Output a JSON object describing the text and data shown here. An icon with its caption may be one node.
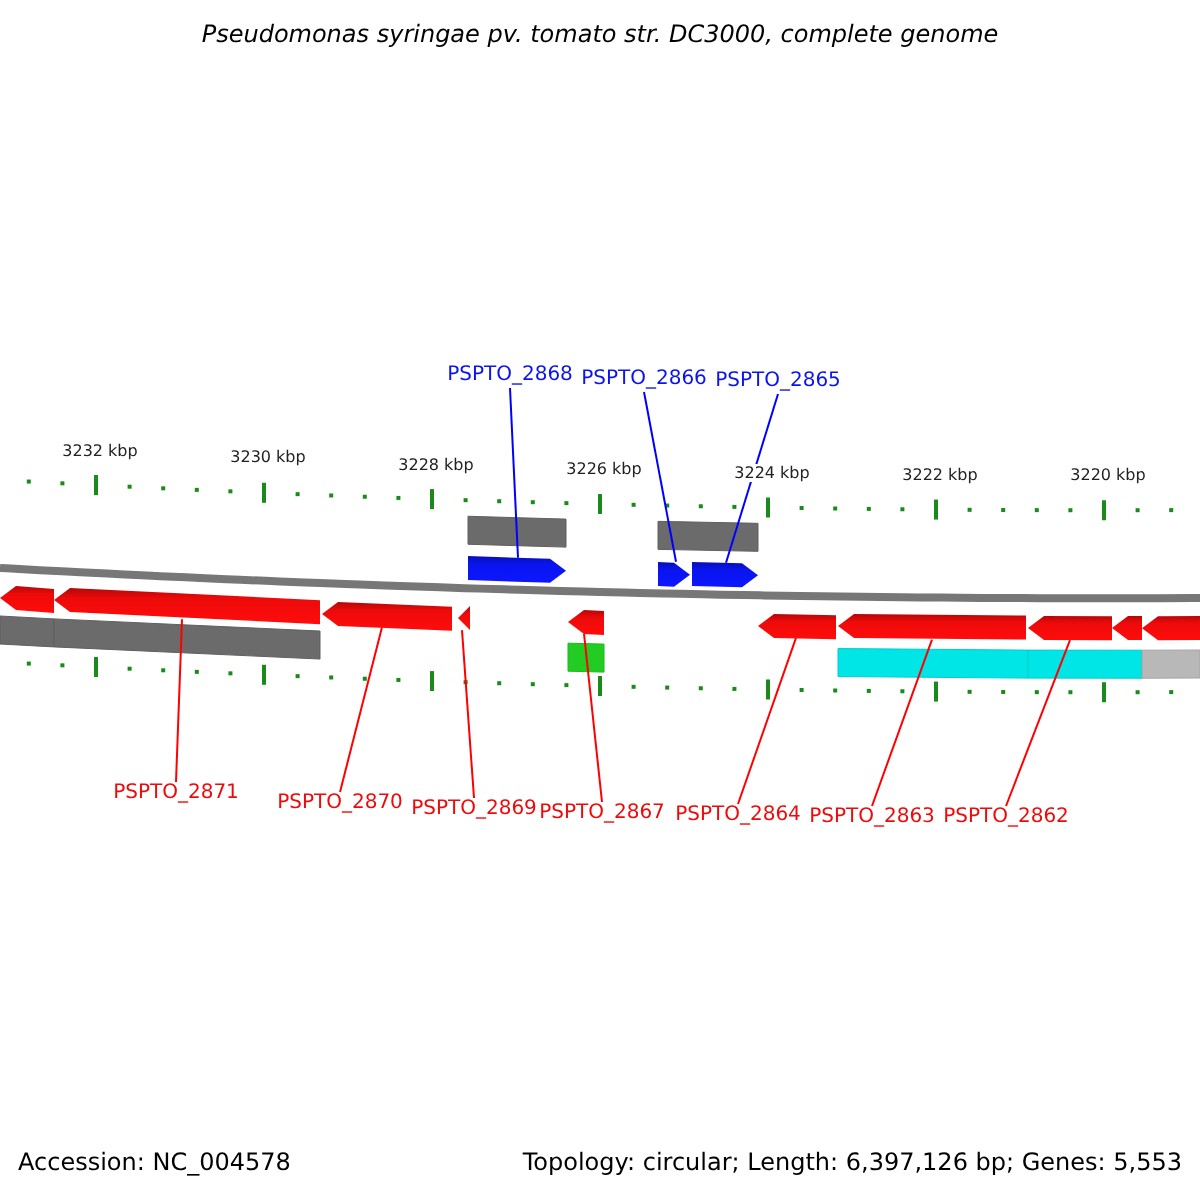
{
  "diagram": {
    "title": "Pseudomonas syringae pv. tomato str. DC3000, complete genome",
    "nodes": [
      {
        "text": [
          "PSPTO_2868"
        ]
      },
      {
        "text": [
          "PSPTO_2866"
        ]
      },
      {
        "text": [
          "PSPTO_2865"
        ]
      },
      {
        "text": [
          "PSPTO_2871"
        ]
      },
      {
        "text": [
          "PSPTO_2870"
        ]
      },
      {
        "text": [
          "PSPTO_2869"
        ]
      },
      {
        "text": [
          "PSPTO_2867"
        ]
      },
      {
        "text": [
          "PSPTO_2864"
        ]
      },
      {
        "text": [
          "PSPTO_2863"
        ]
      },
      {
        "text": [
          "PSPTO_2862"
        ]
      },
      {
        "text": [],
        "shape": "bar"
      },
      {
        "text": [],
        "shape": "bar"
      },
      {
        "text": [],
        "shape": "bar"
      },
      {
        "text": [],
        "shape": "bar"
      },
      {
        "text": [],
        "shape": "bar"
      },
      {
        "text": [],
        "shape": "bar"
      },
      {
        "text": [],
        "shape": "bar"
      },
      {
        "text": [],
        "shape": "bar"
      },
      {
        "text": [],
        "shape": "bar"
      },
      {
        "text": [],
        "shape": "bar"
      },
      {
        "text": [],
        "shape": "bar"
      },
      {
        "text": [],
        "shape": "bar"
      },
      {
        "text": [],
        "shape": "bar"
      }
    ],
    "edges": [
      {
        "from": 0,
        "to": 10,
        "arrow": "none",
        "color": "#0000ff"
      },
      {
        "from": 1,
        "to": 11,
        "arrow": "none",
        "color": "#0000ff"
      },
      {
        "from": 2,
        "to": 12,
        "arrow": "none",
        "color": "#0000ff"
      },
      {
        "from": 3,
        "to": 14,
        "arrow": "none"
      },
      {
        "from": 4,
        "to": 15,
        "arrow": "none"
      },
      {
        "from": 5,
        "to": 16,
        "arrow": "none"
      },
      {
        "from": 6,
        "to": 17,
        "arrow": "none"
      },
      {
        "from": 7,
        "to": 18,
        "arrow": "none"
      },
      {
        "from": 8,
        "to": 19,
        "arrow": "none"
      },
      {
        "from": 9,
        "to": 20,
        "arrow": "none"
      }
    ],
    "labels": [
      "3232 kbp",
      "3230 kbp",
      "3228 kbp",
      "3226 kbp",
      "3224 kbp",
      "3222 kbp",
      "3220 kbp",
      "Accession: NC_004578",
      "Topology: circular; Length: 6,397,126 bp; Genes: 5,553"
    ]
  }
}
